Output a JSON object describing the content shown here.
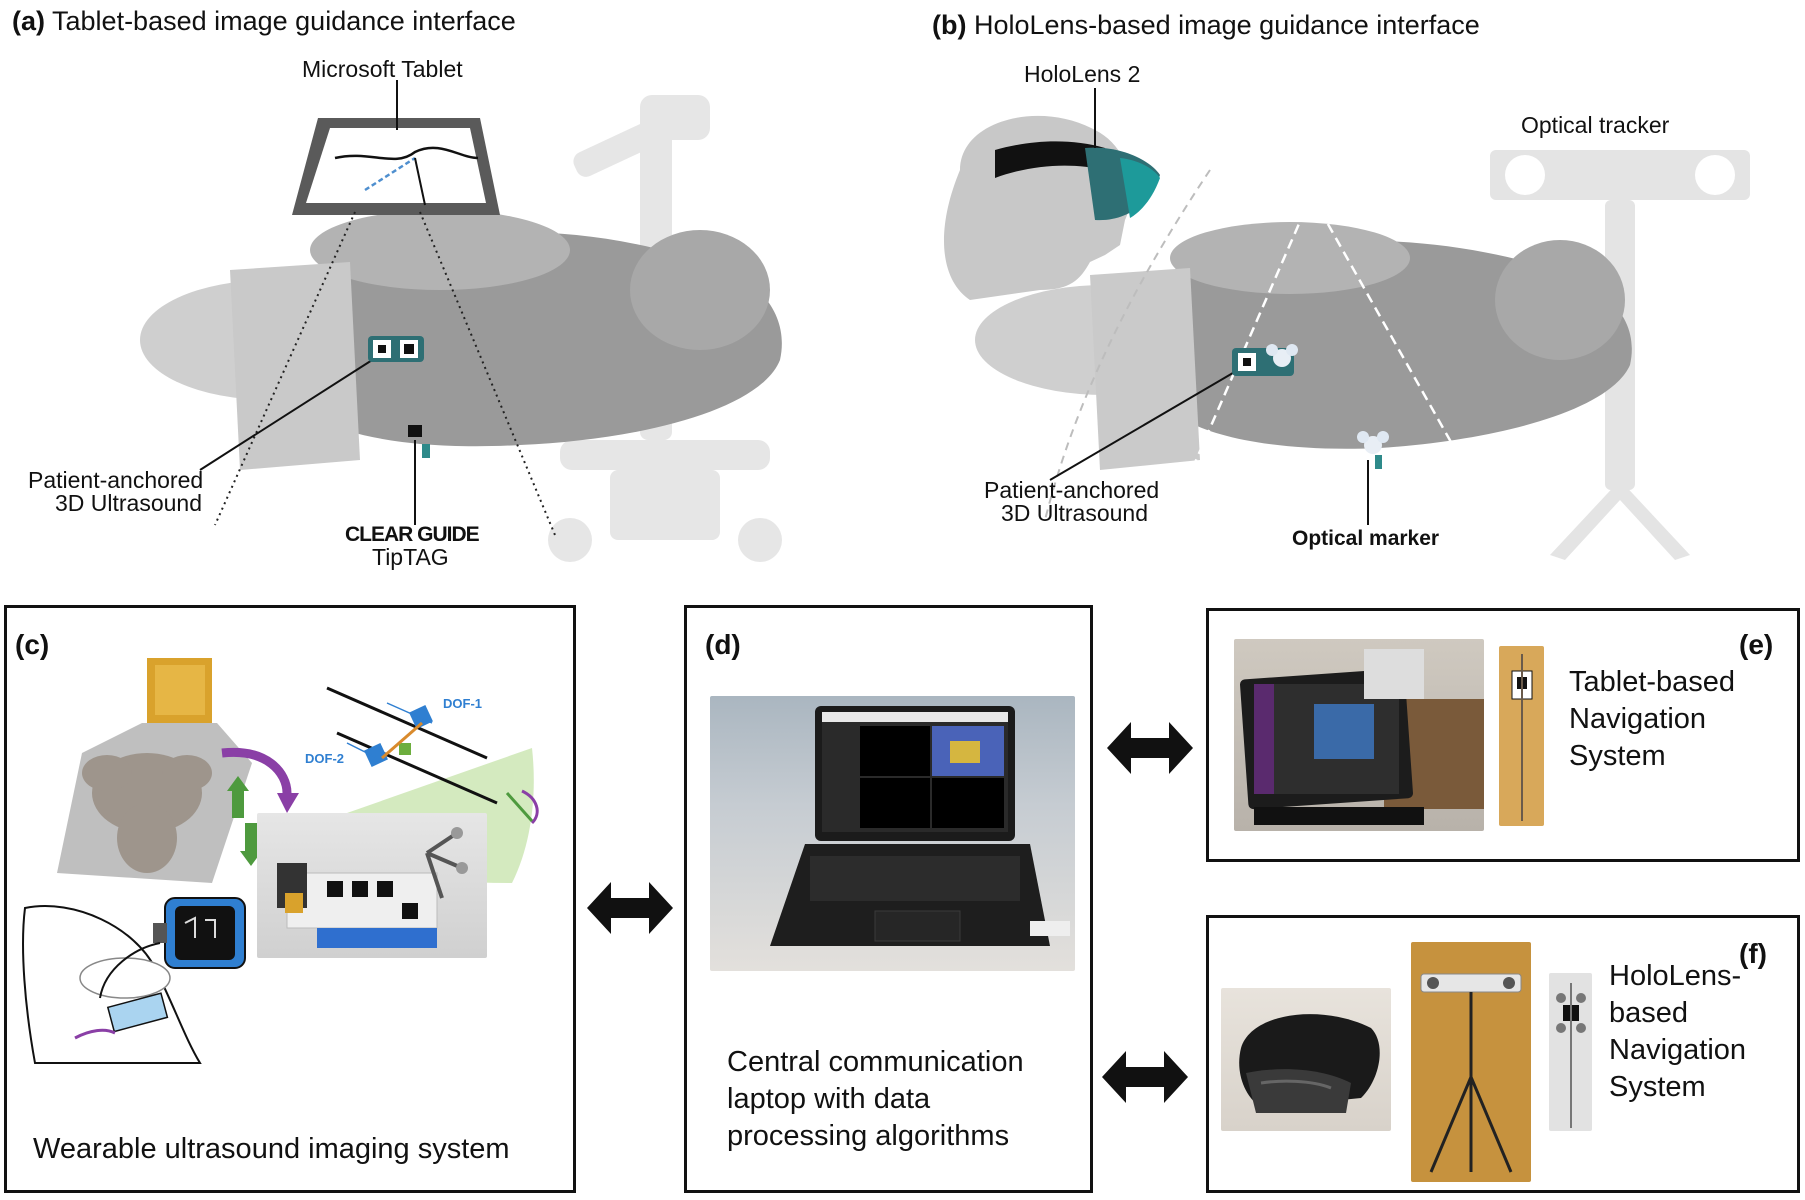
{
  "panel_a": {
    "tag": "(a)",
    "title": "Tablet-based image guidance interface",
    "label_tablet": "Microsoft Tablet",
    "label_patient_1": "Patient-anchored",
    "label_patient_2": "3D Ultrasound",
    "label_brand": "CLEAR GUIDE",
    "label_tiptag": "TipTAG"
  },
  "panel_b": {
    "tag": "(b)",
    "title": "HoloLens-based image guidance interface",
    "label_hololens": "HoloLens 2",
    "label_tracker": "Optical tracker",
    "label_patient_1": "Patient-anchored",
    "label_patient_2": "3D Ultrasound",
    "label_marker": "Optical marker"
  },
  "panel_c": {
    "tag": "(c)",
    "dof1": "DOF-1",
    "dof2": "DOF-2",
    "caption": "Wearable ultrasound imaging system"
  },
  "panel_d": {
    "tag": "(d)",
    "caption_1": "Central communication",
    "caption_2": "laptop with data",
    "caption_3": "processing algorithms"
  },
  "panel_e": {
    "tag": "(e)",
    "caption_1": "Tablet-based",
    "caption_2": "Navigation",
    "caption_3": "System"
  },
  "panel_f": {
    "tag": "(f)",
    "caption_1": "HoloLens-",
    "caption_2": "based",
    "caption_3": "Navigation",
    "caption_4": "System"
  },
  "colors": {
    "teal": "#2e6f74",
    "blue": "#2f7fd1",
    "green_fan": "#cfe8b8",
    "purple": "#8a3fa6",
    "gold": "#d9a22c"
  }
}
